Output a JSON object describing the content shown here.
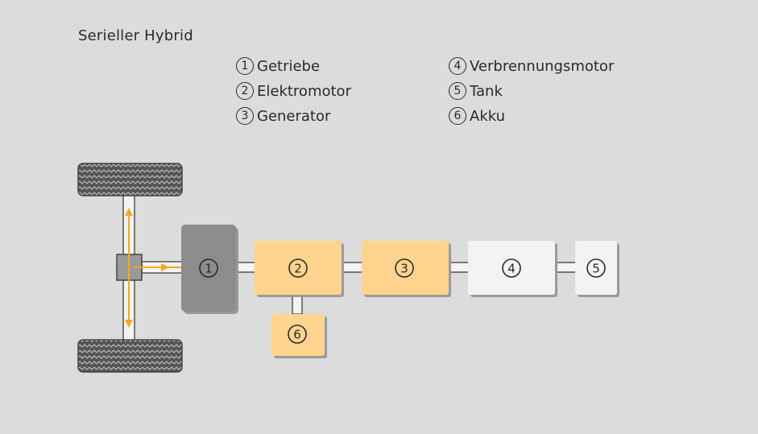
{
  "title": "Serieller Hybrid",
  "legend": [
    {
      "num": "1",
      "label": "Getriebe"
    },
    {
      "num": "2",
      "label": "Elektromotor"
    },
    {
      "num": "3",
      "label": "Generator"
    },
    {
      "num": "4",
      "label": "Verbrennungsmotor"
    },
    {
      "num": "5",
      "label": "Tank"
    },
    {
      "num": "6",
      "label": "Akku"
    }
  ],
  "components": {
    "gearbox": "1",
    "electric_motor": "2",
    "generator": "3",
    "combustion_engine": "4",
    "tank": "5",
    "battery": "6"
  },
  "colors": {
    "background": "#dcdcdc",
    "gearbox": "#8c8c8c",
    "electric_path": "#fed48e",
    "combustion_path": "#f3f3f3",
    "tire": "#555555",
    "arrow": "#f5a623"
  }
}
